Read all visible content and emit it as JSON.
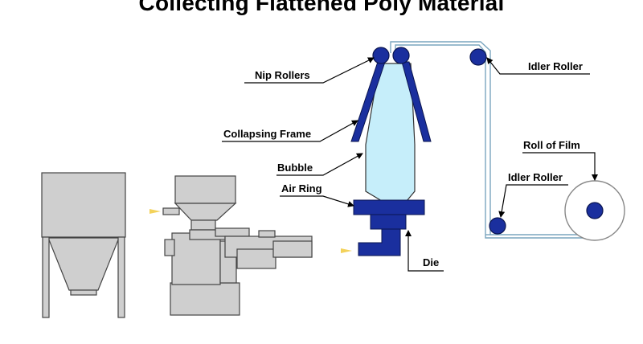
{
  "title": "Collecting Flattened Poly Material",
  "labels": {
    "nip_rollers": "Nip Rollers",
    "collapsing_frame": "Collapsing Frame",
    "bubble": "Bubble",
    "air_ring": "Air Ring",
    "die": "Die",
    "idler_roller_top": "Idler Roller",
    "idler_roller_lower": "Idler Roller",
    "roll_of_film": "Roll of Film"
  },
  "colors": {
    "machine_gray": "#cfcfcf",
    "component_blue": "#1a2f9e",
    "bubble_fill": "#c6eefa",
    "film_line": "#7aa6bf",
    "arrow_yellow": "#f3d25a"
  }
}
